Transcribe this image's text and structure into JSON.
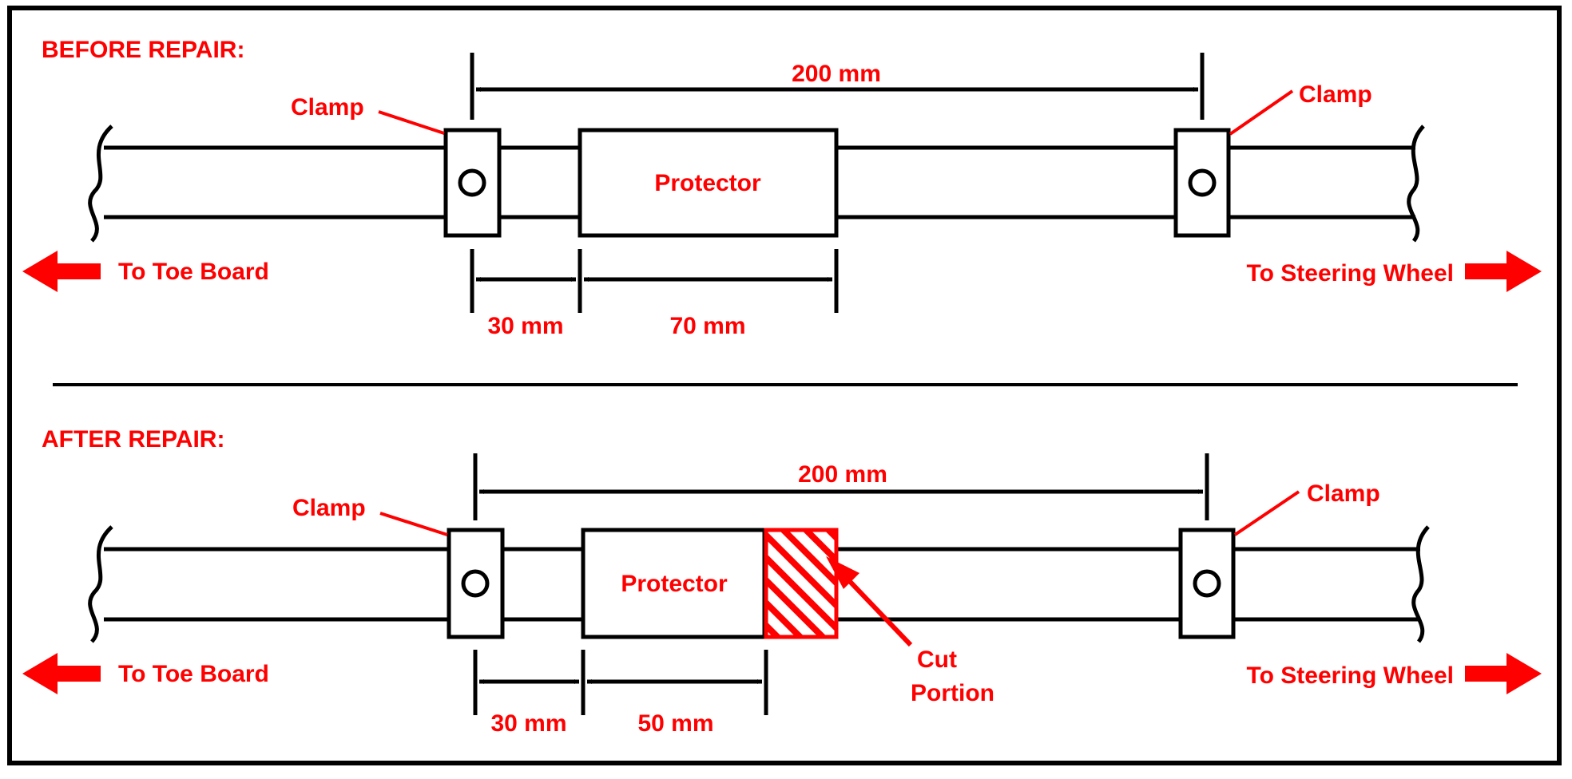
{
  "colors": {
    "accent": "#ff0000",
    "line": "#000000",
    "background": "#ffffff"
  },
  "before": {
    "heading": "BEFORE REPAIR:",
    "clamp_left": "Clamp",
    "clamp_right": "Clamp",
    "span": "200 mm",
    "protector": "Protector",
    "gap": "30 mm",
    "protector_length": "70 mm",
    "toe_board": "To Toe Board",
    "steering_wheel": "To Steering Wheel"
  },
  "after": {
    "heading": "AFTER REPAIR:",
    "clamp_left": "Clamp",
    "clamp_right": "Clamp",
    "span": "200 mm",
    "protector": "Protector",
    "gap": "30 mm",
    "protector_length": "50 mm",
    "cut_line1": "Cut",
    "cut_line2": "Portion",
    "toe_board": "To Toe Board",
    "steering_wheel": "To Steering Wheel"
  }
}
